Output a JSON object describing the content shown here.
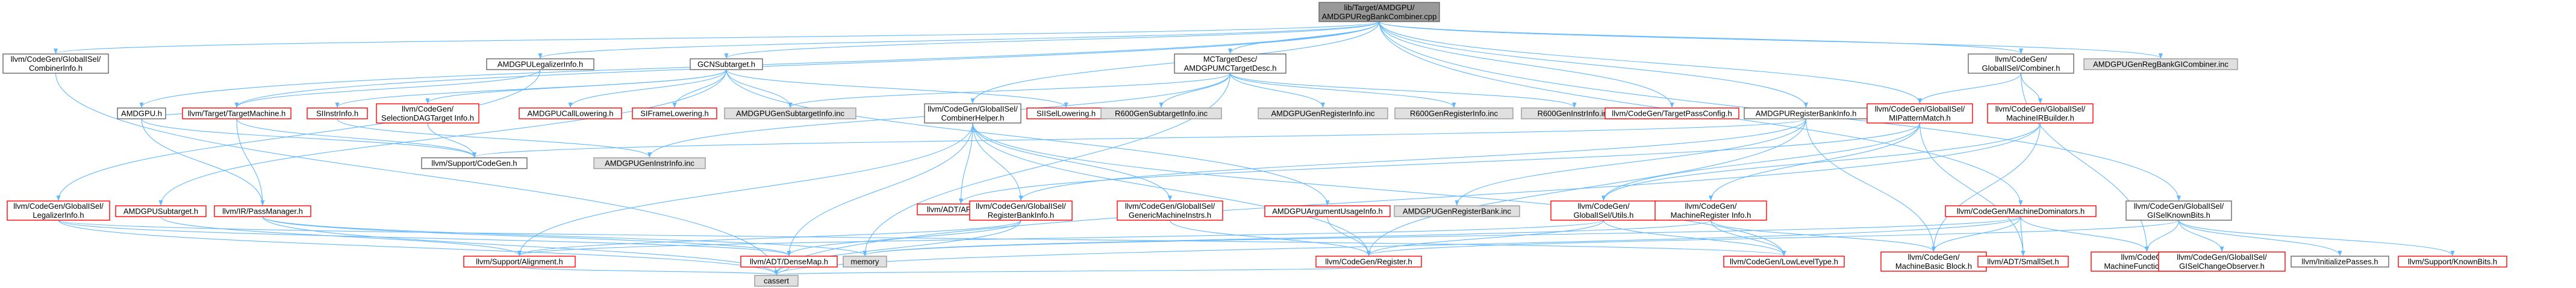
{
  "colors": {
    "edge": "#63b8ff",
    "root_fill": "#999999",
    "root_stroke": "#666666",
    "missing_stroke": "#ff0000",
    "file_stroke": "#666666",
    "generated_fill": "#e0e0e0",
    "generated_stroke": "#999999",
    "text": "#000000"
  },
  "nodes": [
    {
      "id": "root",
      "label": "lib/Target/AMDGPU/AMDGPURegBankCombiner.cpp",
      "kind": "root"
    },
    {
      "id": "n_combinerinfo",
      "label": "llvm/CodeGen/GlobalISel/CombinerInfo.h",
      "kind": "file"
    },
    {
      "id": "n_legalizerinfo",
      "label": "AMDGPULegalizerInfo.h",
      "kind": "file"
    },
    {
      "id": "n_gcnsubtarget",
      "label": "GCNSubtarget.h",
      "kind": "file"
    },
    {
      "id": "n_mctargetdesc",
      "label": "MCTargetDesc/AMDGPUMCTargetDesc.h",
      "kind": "file"
    },
    {
      "id": "n_combiner",
      "label": "llvm/CodeGen/GlobalISel/Combiner.h",
      "kind": "file"
    },
    {
      "id": "n_genregbankgicombiner",
      "label": "AMDGPUGenRegBankGICombiner.inc",
      "kind": "generated"
    },
    {
      "id": "n_amdgpu",
      "label": "AMDGPU.h",
      "kind": "file"
    },
    {
      "id": "n_targetmachine",
      "label": "llvm/Target/TargetMachine.h",
      "kind": "missing"
    },
    {
      "id": "n_siinstrinfo",
      "label": "SIInstrInfo.h",
      "kind": "missing"
    },
    {
      "id": "n_selectiondagtargetinfo",
      "label": "llvm/CodeGen/SelectionDAGTarget Info.h",
      "kind": "missing"
    },
    {
      "id": "n_calllowering",
      "label": "AMDGPUCallLowering.h",
      "kind": "missing"
    },
    {
      "id": "n_siframelowering",
      "label": "SIFrameLowering.h",
      "kind": "missing"
    },
    {
      "id": "n_gensubtargetinfo",
      "label": "AMDGPUGenSubtargetInfo.inc",
      "kind": "generated"
    },
    {
      "id": "n_combinerhelper",
      "label": "llvm/CodeGen/GlobalISel/CombinerHelper.h",
      "kind": "file"
    },
    {
      "id": "n_siisellowering",
      "label": "SIISelLowering.h",
      "kind": "missing"
    },
    {
      "id": "n_r600subtargetinfo",
      "label": "R600GenSubtargetInfo.inc",
      "kind": "generated"
    },
    {
      "id": "n_genregisterinfo",
      "label": "AMDGPUGenRegisterInfo.inc",
      "kind": "generated"
    },
    {
      "id": "n_r600registerinfo",
      "label": "R600GenRegisterInfo.inc",
      "kind": "generated"
    },
    {
      "id": "n_r600instrinfo",
      "label": "R600GenInstrInfo.inc",
      "kind": "generated"
    },
    {
      "id": "n_targetpassconfig",
      "label": "llvm/CodeGen/TargetPassConfig.h",
      "kind": "missing"
    },
    {
      "id": "n_regbankinfo",
      "label": "AMDGPURegisterBankInfo.h",
      "kind": "file"
    },
    {
      "id": "n_mipatternmatch",
      "label": "llvm/CodeGen/GlobalISel/MIPatternMatch.h",
      "kind": "missing"
    },
    {
      "id": "n_machineirbuilder",
      "label": "llvm/CodeGen/GlobalISel/MachineIRBuilder.h",
      "kind": "missing"
    },
    {
      "id": "n_gisel_legalizerinfo",
      "label": "llvm/CodeGen/GlobalISel/LegalizerInfo.h",
      "kind": "missing"
    },
    {
      "id": "n_amdgpusubtarget",
      "label": "AMDGPUSubtarget.h",
      "kind": "missing"
    },
    {
      "id": "n_passmanager",
      "label": "llvm/IR/PassManager.h",
      "kind": "missing"
    },
    {
      "id": "n_support_codegen",
      "label": "llvm/Support/CodeGen.h",
      "kind": "file"
    },
    {
      "id": "n_geninstrinfo",
      "label": "AMDGPUGenInstrInfo.inc",
      "kind": "generated"
    },
    {
      "id": "n_apfloat",
      "label": "llvm/ADT/APFloat.h",
      "kind": "missing"
    },
    {
      "id": "n_registerbankinfo",
      "label": "llvm/CodeGen/GlobalISel/RegisterBankInfo.h",
      "kind": "missing"
    },
    {
      "id": "n_genericmachineinstrs",
      "label": "llvm/CodeGen/GlobalISel/GenericMachineInstrs.h",
      "kind": "missing"
    },
    {
      "id": "n_argusageinfo",
      "label": "AMDGPUArgumentUsageInfo.h",
      "kind": "missing"
    },
    {
      "id": "n_genregisterbank",
      "label": "AMDGPUGenRegisterBank.inc",
      "kind": "generated"
    },
    {
      "id": "n_gisel_utils",
      "label": "llvm/CodeGen/GlobalISel/Utils.h",
      "kind": "missing"
    },
    {
      "id": "n_machineregisterinfo",
      "label": "llvm/CodeGen/MachineRegister Info.h",
      "kind": "missing"
    },
    {
      "id": "n_machinedominators",
      "label": "llvm/CodeGen/MachineDominators.h",
      "kind": "missing"
    },
    {
      "id": "n_gisel_knownbits",
      "label": "llvm/CodeGen/GlobalISel/GISelKnownBits.h",
      "kind": "file"
    },
    {
      "id": "n_alignment",
      "label": "llvm/Support/Alignment.h",
      "kind": "missing"
    },
    {
      "id": "n_densemap",
      "label": "llvm/ADT/DenseMap.h",
      "kind": "missing"
    },
    {
      "id": "n_memory",
      "label": "memory",
      "kind": "generated"
    },
    {
      "id": "n_codegen_register",
      "label": "llvm/CodeGen/Register.h",
      "kind": "missing"
    },
    {
      "id": "n_lowleveltype",
      "label": "llvm/CodeGen/LowLevelType.h",
      "kind": "missing"
    },
    {
      "id": "n_machinebasicblock",
      "label": "llvm/CodeGen/MachineBasic Block.h",
      "kind": "missing"
    },
    {
      "id": "n_smallset",
      "label": "llvm/ADT/SmallSet.h",
      "kind": "missing"
    },
    {
      "id": "n_machinefunctionpass",
      "label": "llvm/CodeGen/MachineFunction Pass.h",
      "kind": "missing"
    },
    {
      "id": "n_giselchangeobserver",
      "label": "llvm/CodeGen/GlobalISel/GISelChangeObserver.h",
      "kind": "missing"
    },
    {
      "id": "n_initializepasses",
      "label": "llvm/InitializePasses.h",
      "kind": "file"
    },
    {
      "id": "n_support_knownbits",
      "label": "llvm/Support/KnownBits.h",
      "kind": "missing"
    },
    {
      "id": "n_cassert",
      "label": "cassert",
      "kind": "generated"
    }
  ],
  "edges": [
    [
      "root",
      "n_combinerinfo"
    ],
    [
      "root",
      "n_legalizerinfo"
    ],
    [
      "root",
      "n_gcnsubtarget"
    ],
    [
      "root",
      "n_mctargetdesc"
    ],
    [
      "root",
      "n_combiner"
    ],
    [
      "root",
      "n_genregbankgicombiner"
    ],
    [
      "root",
      "n_targetpassconfig"
    ],
    [
      "root",
      "n_regbankinfo"
    ],
    [
      "root",
      "n_mipatternmatch"
    ],
    [
      "root",
      "n_machinedominators"
    ],
    [
      "root",
      "n_gisel_knownbits"
    ],
    [
      "root",
      "n_combinerhelper"
    ],
    [
      "root",
      "n_targetmachine"
    ],
    [
      "root",
      "n_amdgpu"
    ],
    [
      "n_combinerinfo",
      "n_cassert"
    ],
    [
      "n_legalizerinfo",
      "n_gisel_legalizerinfo"
    ],
    [
      "n_legalizerinfo",
      "n_targetmachine"
    ],
    [
      "n_gcnsubtarget",
      "n_siinstrinfo"
    ],
    [
      "n_gcnsubtarget",
      "n_selectiondagtargetinfo"
    ],
    [
      "n_gcnsubtarget",
      "n_calllowering"
    ],
    [
      "n_gcnsubtarget",
      "n_siframelowering"
    ],
    [
      "n_gcnsubtarget",
      "n_gensubtargetinfo"
    ],
    [
      "n_gcnsubtarget",
      "n_siisellowering"
    ],
    [
      "n_gcnsubtarget",
      "n_amdgpusubtarget"
    ],
    [
      "n_gcnsubtarget",
      "n_argusageinfo"
    ],
    [
      "n_mctargetdesc",
      "n_r600subtargetinfo"
    ],
    [
      "n_mctargetdesc",
      "n_genregisterinfo"
    ],
    [
      "n_mctargetdesc",
      "n_r600registerinfo"
    ],
    [
      "n_mctargetdesc",
      "n_r600instrinfo"
    ],
    [
      "n_mctargetdesc",
      "n_gensubtargetinfo"
    ],
    [
      "n_mctargetdesc",
      "n_geninstrinfo"
    ],
    [
      "n_mctargetdesc",
      "n_memory"
    ],
    [
      "n_combiner",
      "n_machineirbuilder"
    ],
    [
      "n_combiner",
      "n_mipatternmatch"
    ],
    [
      "n_combiner",
      "n_machinefunctionpass"
    ],
    [
      "n_amdgpu",
      "n_passmanager"
    ],
    [
      "n_amdgpu",
      "n_support_codegen"
    ],
    [
      "n_amdgpu",
      "n_targetmachine"
    ],
    [
      "n_targetmachine",
      "n_passmanager"
    ],
    [
      "n_targetmachine",
      "n_support_codegen"
    ],
    [
      "n_siinstrinfo",
      "n_geninstrinfo"
    ],
    [
      "n_selectiondagtargetinfo",
      "n_support_codegen"
    ],
    [
      "n_combinerhelper",
      "n_apfloat"
    ],
    [
      "n_combinerhelper",
      "n_registerbankinfo"
    ],
    [
      "n_combinerhelper",
      "n_genericmachineinstrs"
    ],
    [
      "n_combinerhelper",
      "n_codegen_register"
    ],
    [
      "n_combinerhelper",
      "n_densemap"
    ],
    [
      "n_combinerhelper",
      "n_lowleveltype"
    ],
    [
      "n_combinerhelper",
      "n_alignment"
    ],
    [
      "n_regbankinfo",
      "n_genregisterbank"
    ],
    [
      "n_regbankinfo",
      "n_registerbankinfo"
    ],
    [
      "n_regbankinfo",
      "n_machinebasicblock"
    ],
    [
      "n_regbankinfo",
      "n_codegen_register"
    ],
    [
      "n_regbankinfo",
      "n_support_codegen"
    ],
    [
      "n_mipatternmatch",
      "n_gisel_utils"
    ],
    [
      "n_mipatternmatch",
      "n_machineregisterinfo"
    ],
    [
      "n_mipatternmatch",
      "n_apfloat"
    ],
    [
      "n_mipatternmatch",
      "n_smallset"
    ],
    [
      "n_machineirbuilder",
      "n_gisel_utils"
    ],
    [
      "n_machineirbuilder",
      "n_machinebasicblock"
    ],
    [
      "n_machineirbuilder",
      "n_cassert"
    ],
    [
      "n_gisel_legalizerinfo",
      "n_cassert"
    ],
    [
      "n_gisel_legalizerinfo",
      "n_lowleveltype"
    ],
    [
      "n_gisel_legalizerinfo",
      "n_densemap"
    ],
    [
      "n_amdgpusubtarget",
      "n_alignment"
    ],
    [
      "n_passmanager",
      "n_memory"
    ],
    [
      "n_passmanager",
      "n_densemap"
    ],
    [
      "n_passmanager",
      "n_cassert"
    ],
    [
      "n_registerbankinfo",
      "n_densemap"
    ],
    [
      "n_registerbankinfo",
      "n_alignment"
    ],
    [
      "n_registerbankinfo",
      "n_cassert"
    ],
    [
      "n_genericmachineinstrs",
      "n_codegen_register"
    ],
    [
      "n_argusageinfo",
      "n_codegen_register"
    ],
    [
      "n_gisel_utils",
      "n_codegen_register"
    ],
    [
      "n_gisel_utils",
      "n_lowleveltype"
    ],
    [
      "n_gisel_utils",
      "n_alignment"
    ],
    [
      "n_machineregisterinfo",
      "n_machinebasicblock"
    ],
    [
      "n_machineregisterinfo",
      "n_lowleveltype"
    ],
    [
      "n_machineregisterinfo",
      "n_memory"
    ],
    [
      "n_machinedominators",
      "n_machinebasicblock"
    ],
    [
      "n_machinedominators",
      "n_smallset"
    ],
    [
      "n_machinedominators",
      "n_machinefunctionpass"
    ],
    [
      "n_machinedominators",
      "n_cassert"
    ],
    [
      "n_machinedominators",
      "n_memory"
    ],
    [
      "n_gisel_knownbits",
      "n_giselchangeobserver"
    ],
    [
      "n_gisel_knownbits",
      "n_initializepasses"
    ],
    [
      "n_gisel_knownbits",
      "n_support_knownbits"
    ],
    [
      "n_gisel_knownbits",
      "n_machinefunctionpass"
    ],
    [
      "n_gisel_knownbits",
      "n_codegen_register"
    ],
    [
      "n_alignment",
      "n_cassert"
    ],
    [
      "n_densemap",
      "n_cassert"
    ],
    [
      "n_codegen_register",
      "n_cassert"
    ]
  ]
}
